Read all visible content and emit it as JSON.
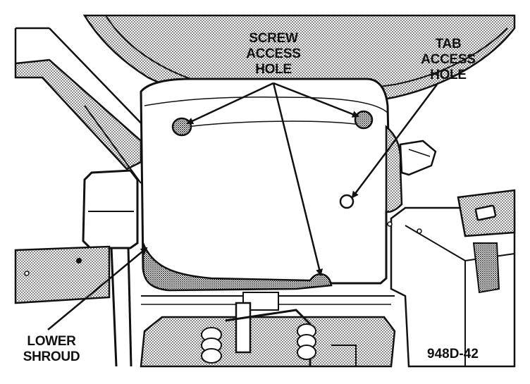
{
  "labels": {
    "screw_access_hole": [
      "SCREW",
      "ACCESS",
      "HOLE"
    ],
    "tab_access_hole": [
      "TAB",
      "ACCESS",
      "HOLE"
    ],
    "lower_shroud": [
      "LOWER",
      "SHROUD"
    ]
  },
  "figure_number": "948D-42",
  "colors": {
    "ink": "#111111",
    "shade": "#9a9a9a",
    "paper": "#ffffff"
  }
}
